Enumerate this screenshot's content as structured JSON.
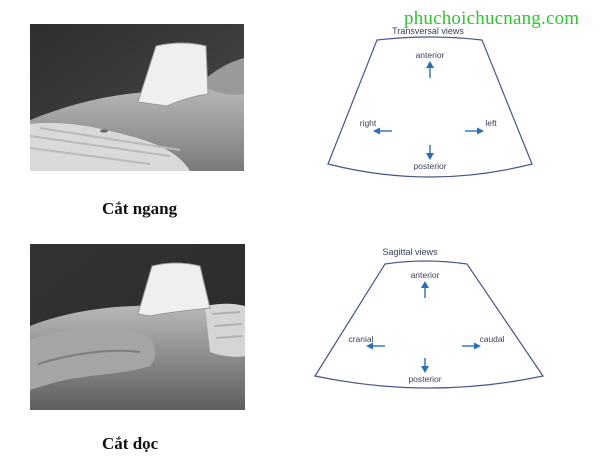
{
  "watermark": "phuchoichucnang.com",
  "colors": {
    "outline": "#4a5588",
    "arrow": "#2a6fb4",
    "label": "#3a3f5c",
    "watermark": "#2ec52e"
  },
  "sections": [
    {
      "caption": "Cắt ngang",
      "diagram": {
        "title": "Transversal views",
        "top": "anterior",
        "bottom": "posterior",
        "left": "right",
        "right": "left"
      }
    },
    {
      "caption": "Cắt dọc",
      "diagram": {
        "title": "Sagittal views",
        "top": "anterior",
        "bottom": "posterior",
        "left": "cranial",
        "right": "caudal"
      }
    }
  ]
}
